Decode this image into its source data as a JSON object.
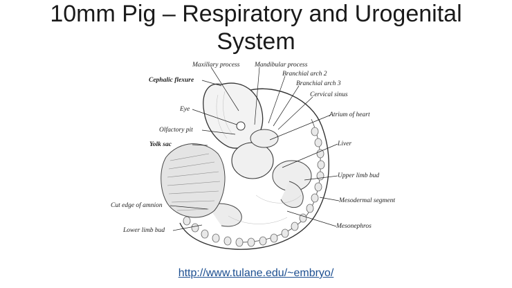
{
  "slide": {
    "title_line1": "10mm Pig – Respiratory and Urogenital",
    "title_line2": "System",
    "link_text": "http://www.tulane.edu/~embryo/",
    "link_color": "#1d4f91"
  },
  "figure": {
    "labels": {
      "maxillary_process": "Maxillary process",
      "mandibular_process": "Mandibular process",
      "branchial_arch_2": "Branchial arch 2",
      "branchial_arch_3": "Branchial arch 3",
      "cervical_sinus": "Cervical sinus",
      "cephalic_flexure": "Cephalic flexure",
      "eye": "Eye",
      "atrium_of_heart": "Atrium of heart",
      "olfactory_pit": "Olfactory pit",
      "yolk_sac": "Yolk sac",
      "liver": "Liver",
      "upper_limb_bud": "Upper limb bud",
      "cut_edge_of_amnion": "Cut edge of amnion",
      "mesodermal_segment": "Mesodermal segment",
      "lower_limb_bud": "Lower limb bud",
      "mesonephros": "Mesonephros"
    }
  }
}
